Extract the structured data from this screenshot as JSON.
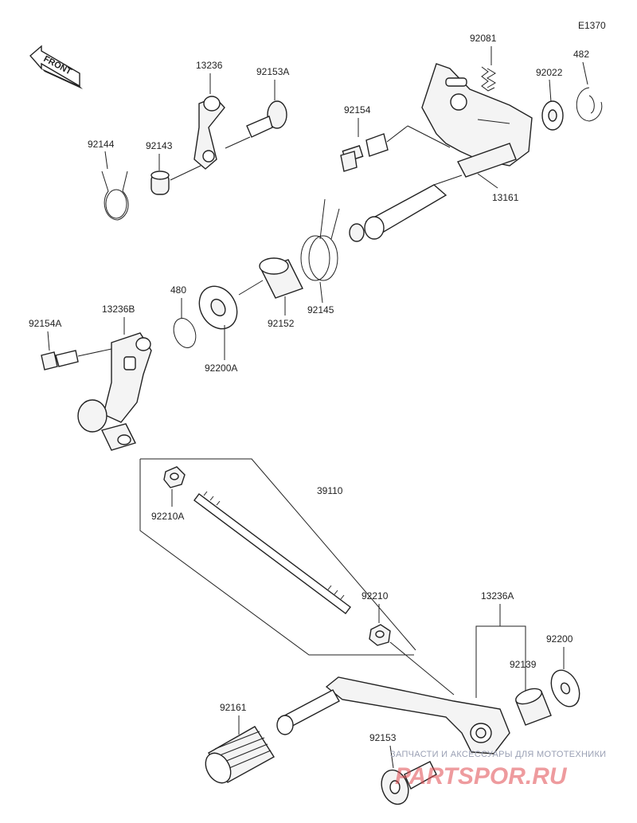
{
  "diagram_code": "E1370",
  "front_label": "FRONT",
  "parts": {
    "p92081": "92081",
    "p482": "482",
    "p92022": "92022",
    "p13236": "13236",
    "p92153A": "92153A",
    "p92154": "92154",
    "p92144": "92144",
    "p92143": "92143",
    "p13161": "13161",
    "p480": "480",
    "p13236B": "13236B",
    "p92154A": "92154A",
    "p92152": "92152",
    "p92145": "92145",
    "p92200A": "92200A",
    "p39110": "39110",
    "p92210A": "92210A",
    "p92210": "92210",
    "p13236A": "13236A",
    "p92200": "92200",
    "p92139": "92139",
    "p92161": "92161",
    "p92153": "92153"
  },
  "watermark": {
    "tagline": "ЗАПЧАСТИ И АКСЕССУАРЫ ДЛЯ МОТОТЕХНИКИ",
    "brand": "PARTSPOR.RU"
  }
}
